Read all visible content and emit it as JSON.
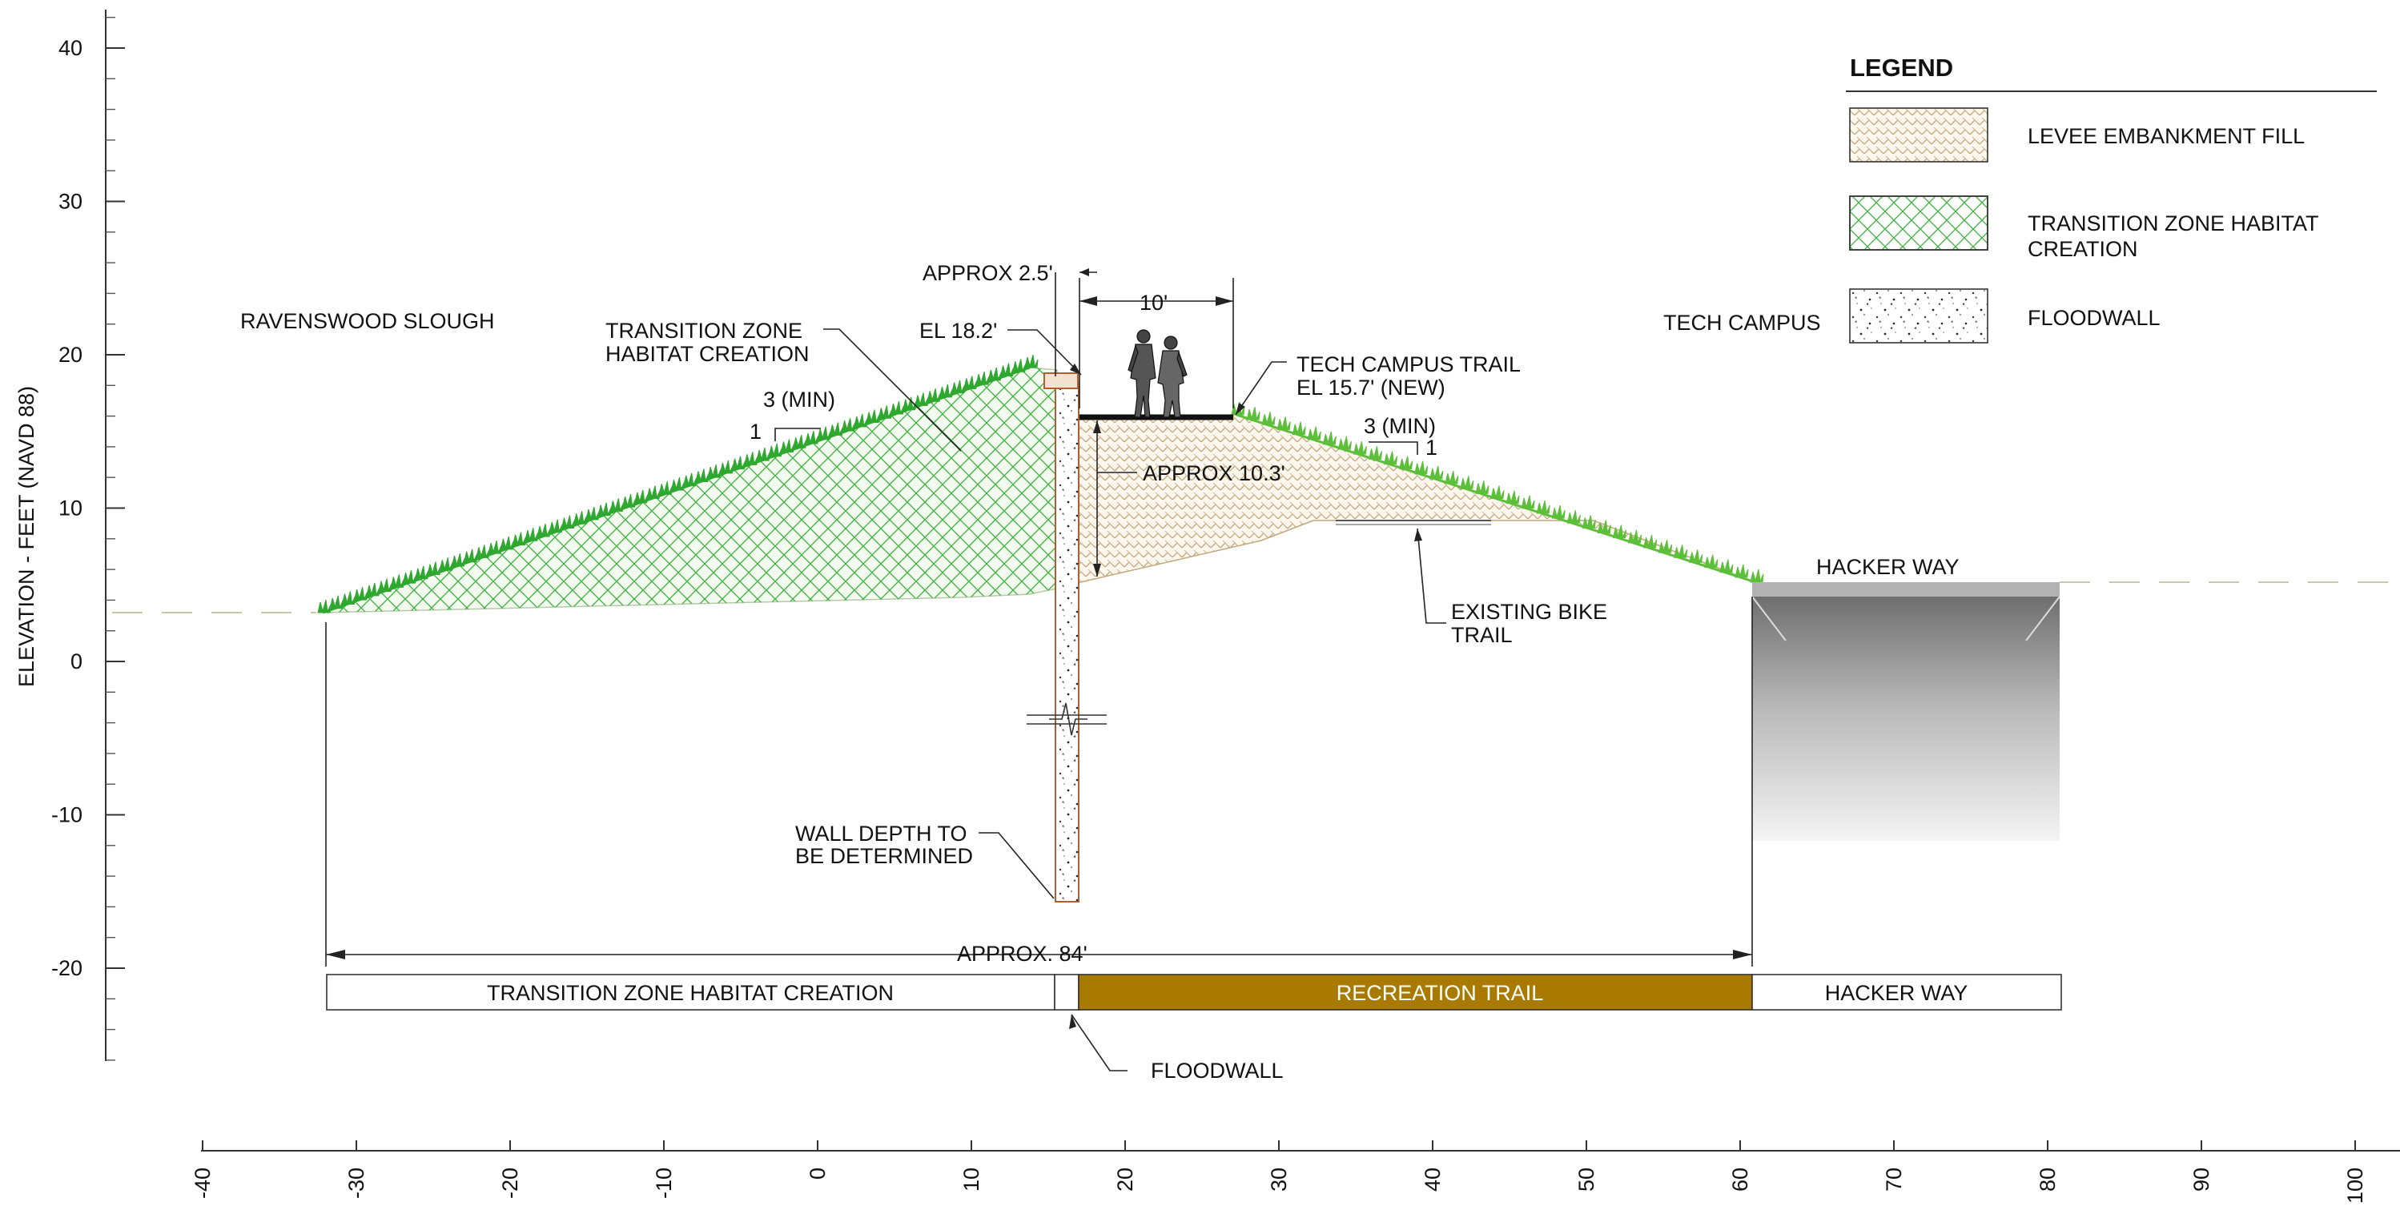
{
  "axes": {
    "y_label": "ELEVATION - FEET (NAVD 88)",
    "y_ticks": [
      "40",
      "30",
      "20",
      "10",
      "0",
      "-10",
      "-20"
    ],
    "x_ticks": [
      "-40",
      "-30",
      "-20",
      "-10",
      "0",
      "10",
      "20",
      "30",
      "40",
      "50",
      "60",
      "70",
      "80",
      "90",
      "100"
    ]
  },
  "legend": {
    "title": "LEGEND",
    "items": [
      {
        "label": "LEVEE EMBANKMENT FILL",
        "pattern": "herringbone-tan"
      },
      {
        "label_line1": "TRANSITION ZONE HABITAT",
        "label_line2": "CREATION",
        "pattern": "crosshatch-green"
      },
      {
        "label": "FLOODWALL",
        "pattern": "speckled-concrete"
      }
    ]
  },
  "labels": {
    "ravenswood_slough": "RAVENSWOOD SLOUGH",
    "tech_campus": "TECH CAMPUS",
    "tz_callout_1": "TRANSITION ZONE",
    "tz_callout_2": "HABITAT CREATION",
    "slope_left_3": "3 (MIN)",
    "slope_left_1": "1",
    "slope_right_3": "3 (MIN)",
    "slope_right_1": "1",
    "approx_2_5": "APPROX 2.5'",
    "el_18_2": "EL 18.2'",
    "ten_ft": "10'",
    "trail_1": "TECH CAMPUS TRAIL",
    "trail_2": "EL 15.7' (NEW)",
    "approx_10_3": "APPROX 10.3'",
    "bike_1": "EXISTING BIKE",
    "bike_2": "TRAIL",
    "hacker_way_top": "HACKER WAY",
    "wall_depth_1": "WALL DEPTH TO",
    "wall_depth_2": "BE DETERMINED",
    "approx_84": "APPROX. 84'",
    "floodwall_callout": "FLOODWALL"
  },
  "zone_bar": {
    "segments": [
      {
        "label": "TRANSITION ZONE HABITAT CREATION",
        "color": "#ffffff"
      },
      {
        "label": "",
        "color": "#ffffff"
      },
      {
        "label": "RECREATION TRAIL",
        "color": "#a87b00"
      },
      {
        "label": "HACKER WAY",
        "color": "#ffffff"
      }
    ]
  },
  "colors": {
    "habitat_green": "#2ea82e",
    "fill_tan": "#c9b48f",
    "trail_gold": "#a87b00",
    "floodwall_brown": "#b06030",
    "ground_dash": "#c8c8a8"
  }
}
